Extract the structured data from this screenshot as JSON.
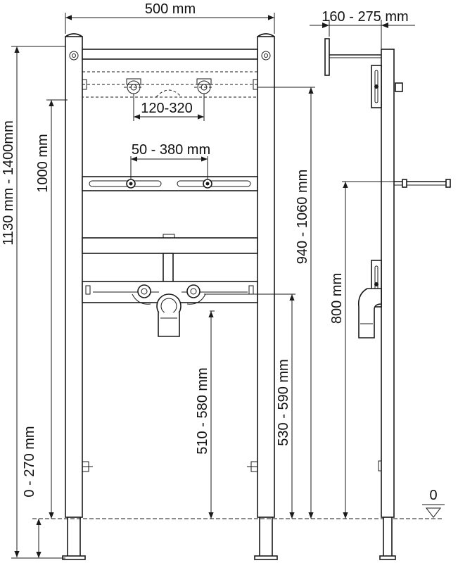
{
  "dimensions": {
    "total_width": "500 mm",
    "depth_range": "160 - 275 mm",
    "frame_height": "1130 mm - 1400mm",
    "height_1000": "1000 mm",
    "tap_spacing": "120-320",
    "bolt_spacing": "50 - 380 mm",
    "height_940_1060": "940 - 1060 mm",
    "height_800": "800 mm",
    "height_510_580": "510 - 580 mm",
    "height_530_590": "530 - 590 mm",
    "leg_adjust": "0 - 270 mm",
    "floor_zero": "0"
  },
  "colors": {
    "stroke": "#1a1a1a",
    "background": "#ffffff"
  }
}
